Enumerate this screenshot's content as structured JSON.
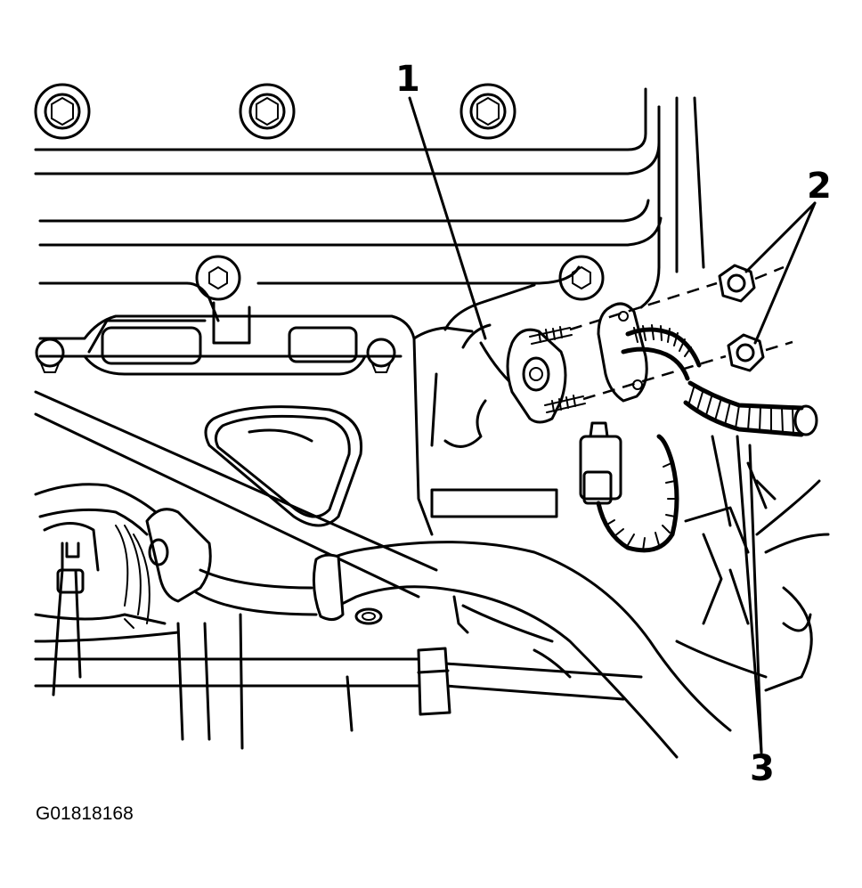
{
  "callouts": [
    {
      "label": "1"
    },
    {
      "label": "2"
    },
    {
      "label": "3"
    }
  ],
  "figure_id": "G01818168",
  "icons": [
    "bolt-icon",
    "nut-icon",
    "stud-icon",
    "gasket-icon",
    "corrugated-harness-icon",
    "connector-icon",
    "leader-line-icon"
  ]
}
